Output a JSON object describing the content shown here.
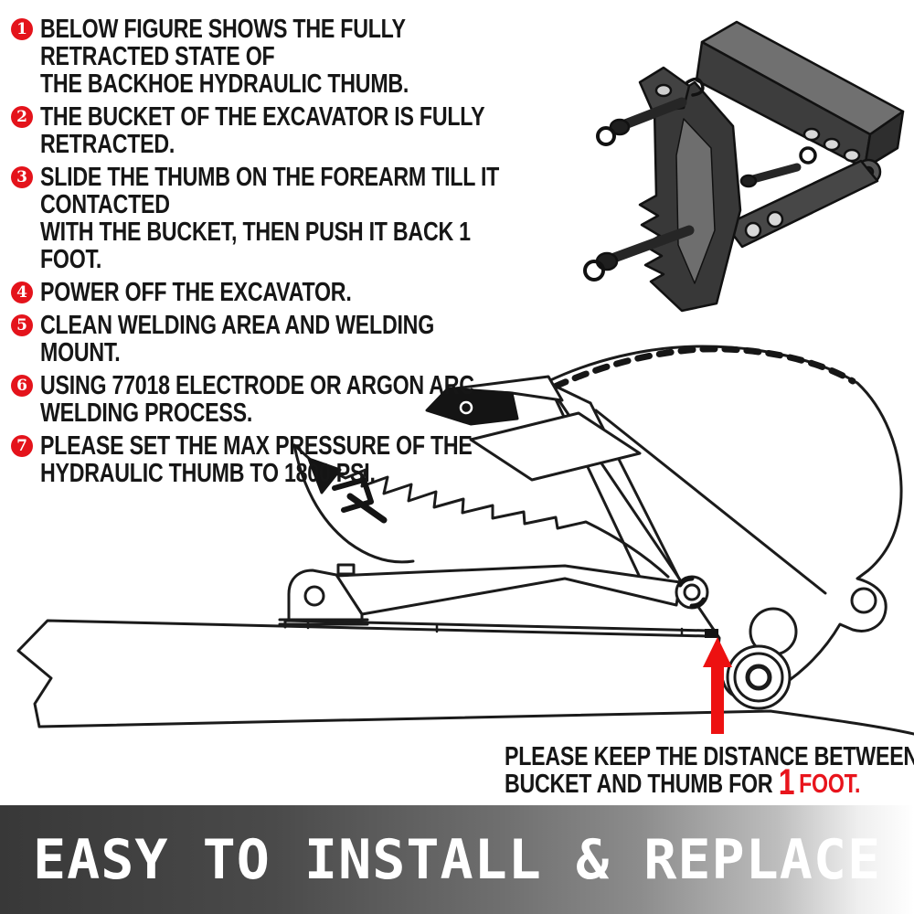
{
  "instructions": {
    "badge_color": "#e4131b",
    "text_color": "#161616",
    "items": [
      {
        "num": "1",
        "text": "BELOW FIGURE SHOWS THE FULLY RETRACTED STATE OF\nTHE BACKHOE HYDRAULIC THUMB."
      },
      {
        "num": "2",
        "text": "THE BUCKET OF THE EXCAVATOR IS FULLY RETRACTED."
      },
      {
        "num": "3",
        "text": "SLIDE THE THUMB ON THE FOREARM TILL IT CONTACTED\nWITH THE BUCKET, THEN PUSH IT BACK 1 FOOT."
      },
      {
        "num": "4",
        "text": "POWER OFF THE EXCAVATOR."
      },
      {
        "num": "5",
        "text": "CLEAN WELDING AREA AND WELDING MOUNT."
      },
      {
        "num": "6",
        "text": "USING 77018 ELECTRODE OR ARGON ARC\nWELDING PROCESS."
      },
      {
        "num": "7",
        "text": "PLEASE SET THE MAX PRESSURE OF THE\nHYDRAULIC THUMB TO 1800 PSI."
      }
    ]
  },
  "caption": {
    "line1": "PLEASE KEEP THE DISTANCE BETWEEN",
    "line2_black": "BUCKET AND THUMB FOR",
    "line2_num": "1",
    "line2_word": "FOOT.",
    "red_color": "#e8141c"
  },
  "arrow_color": "#ed1111",
  "banner": {
    "text": "EASY TO INSTALL & REPLACE",
    "text_color": "#ffffff",
    "gradient_left": "#383838",
    "gradient_right": "#ffffff"
  }
}
